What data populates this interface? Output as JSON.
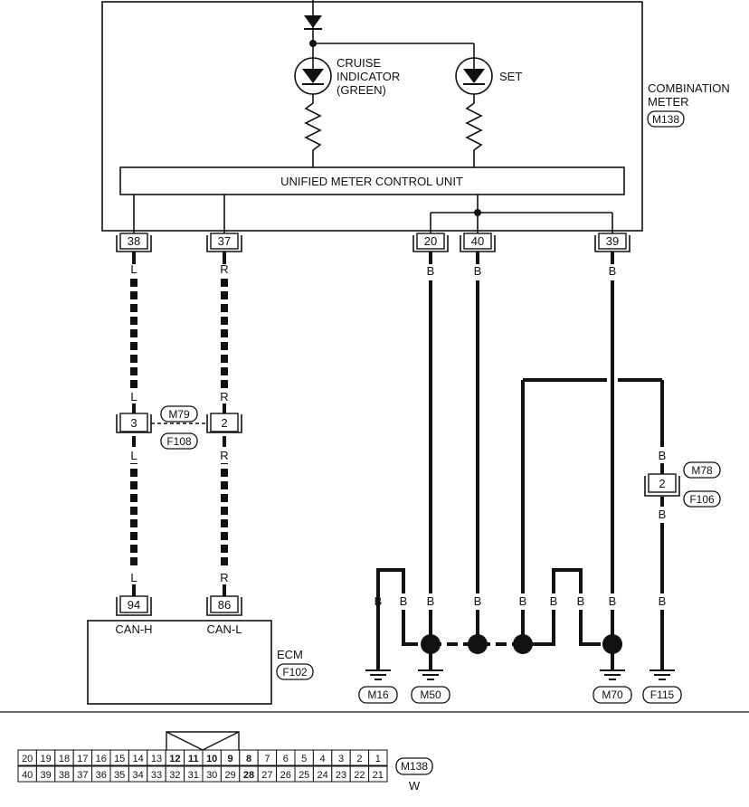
{
  "combination_meter": {
    "title_line1": "COMBINATION",
    "title_line2": "METER",
    "connector": "M138",
    "cruise_indicator_line1": "CRUISE",
    "cruise_indicator_line2": "INDICATOR",
    "cruise_indicator_line3": "(GREEN)",
    "set_label": "SET",
    "control_unit": "UNIFIED METER CONTROL UNIT",
    "pins": {
      "p38": "38",
      "p37": "37",
      "p20": "20",
      "p40": "40",
      "p39": "39"
    }
  },
  "wire_colors": {
    "L": "L",
    "R": "R",
    "B": "B"
  },
  "joint_m79": {
    "connector_top": "M79",
    "connector_bottom": "F108",
    "pin_l": "3",
    "pin_r": "2"
  },
  "joint_m78": {
    "connector_top": "M78",
    "connector_bottom": "F106",
    "pin": "2"
  },
  "ecm": {
    "title": "ECM",
    "connector": "F102",
    "pin_canh": "94",
    "pin_canl": "86",
    "label_canh": "CAN-H",
    "label_canl": "CAN-L"
  },
  "grounds": {
    "g1": "M16",
    "g2": "M50",
    "g3": "M70",
    "g4": "F115"
  },
  "connector_view": {
    "top_row": [
      "20",
      "19",
      "18",
      "17",
      "16",
      "15",
      "14",
      "13",
      "12",
      "11",
      "10",
      "9",
      "8",
      "7",
      "6",
      "5",
      "4",
      "3",
      "2",
      "1"
    ],
    "bottom_row": [
      "40",
      "39",
      "38",
      "37",
      "36",
      "35",
      "34",
      "33",
      "32",
      "31",
      "30",
      "29",
      "28",
      "27",
      "26",
      "25",
      "24",
      "23",
      "22",
      "21"
    ],
    "connector": "M138",
    "color": "W"
  }
}
